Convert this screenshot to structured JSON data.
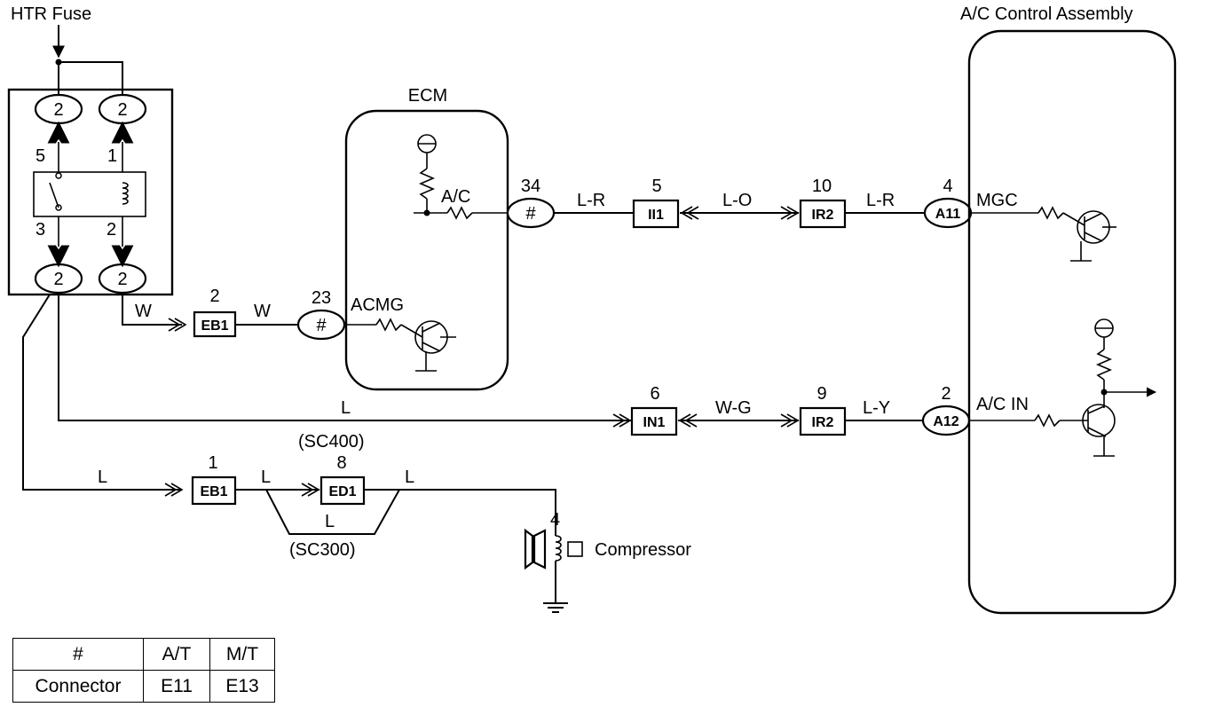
{
  "labels": {
    "htr_fuse": "HTR Fuse",
    "ac_control_assembly": "A/C Control Assembly",
    "ecm": "ECM",
    "compressor": "Compressor",
    "sc400": "(SC400)",
    "sc300": "(SC300)"
  },
  "relay": {
    "top_left": "2",
    "top_right": "2",
    "bottom_left": "2",
    "bottom_right": "2",
    "pin_5": "5",
    "pin_1": "1",
    "pin_3": "3",
    "pin_2": "2"
  },
  "ecm": {
    "pin_34": "34",
    "pin_34_conn": "#",
    "pin_23": "23",
    "pin_23_conn": "#",
    "sig_ac": "A/C",
    "sig_acmg": "ACMG"
  },
  "connectors": {
    "eb1_upper": {
      "pin": "2",
      "name": "EB1"
    },
    "ii1": {
      "pin": "5",
      "name": "II1"
    },
    "ir2_upper": {
      "pin": "10",
      "name": "IR2"
    },
    "a11": {
      "pin": "4",
      "name": "A11"
    },
    "in1": {
      "pin": "6",
      "name": "IN1"
    },
    "ir2_lower": {
      "pin": "9",
      "name": "IR2"
    },
    "a12": {
      "pin": "2",
      "name": "A12"
    },
    "eb1_lower": {
      "pin": "1",
      "name": "EB1"
    },
    "ed1": {
      "pin": "8",
      "name": "ED1"
    }
  },
  "wires": {
    "w1": "W",
    "w2": "W",
    "l_r_1": "L-R",
    "l_o": "L-O",
    "l_r_2": "L-R",
    "l_main": "L",
    "w_g": "W-G",
    "l_y": "L-Y",
    "l_a": "L",
    "l_b": "L",
    "l_c": "L",
    "l_d": "L"
  },
  "ac_control": {
    "mgc": "MGC",
    "ac_in": "A/C IN"
  },
  "compressor_pin": "4",
  "legend": {
    "header": [
      "#",
      "A/T",
      "M/T"
    ],
    "row": [
      "Connector",
      "E11",
      "E13"
    ]
  }
}
